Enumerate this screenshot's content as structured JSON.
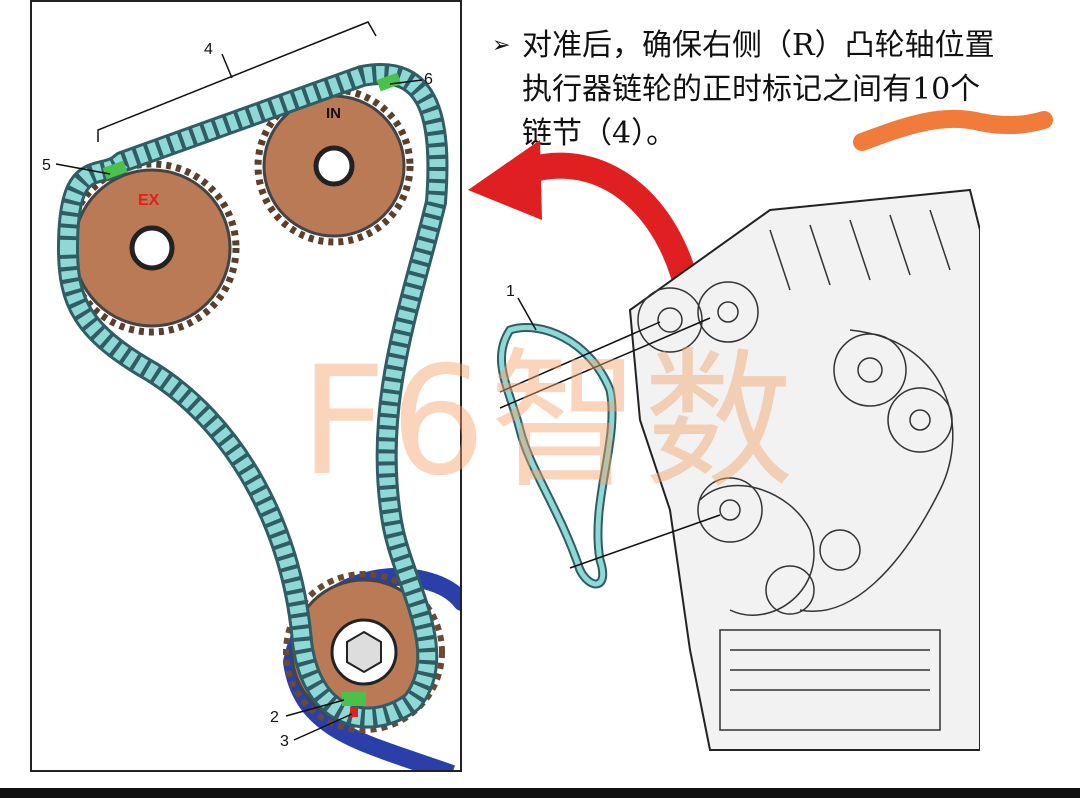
{
  "caption": {
    "bullet": "➢",
    "lines": [
      "对准后，确保右侧（R）凸轮轴位置",
      "执行器链轮的正时标记之间有10个",
      "链节（4）。"
    ]
  },
  "diagram": {
    "callouts": [
      "1",
      "2",
      "3",
      "4",
      "5",
      "6"
    ],
    "sprocket_labels": {
      "exhaust": "EX",
      "intake": "IN"
    }
  },
  "watermark": "F6智数",
  "colors": {
    "chain_cyan": "#8fd8d8",
    "chain_blue": "#2b3fa8",
    "sprocket_brown": "#b97a55",
    "arrow_red": "#e02020",
    "mark_green": "#4cc04c",
    "highlight_orange": "#f07b3b"
  }
}
